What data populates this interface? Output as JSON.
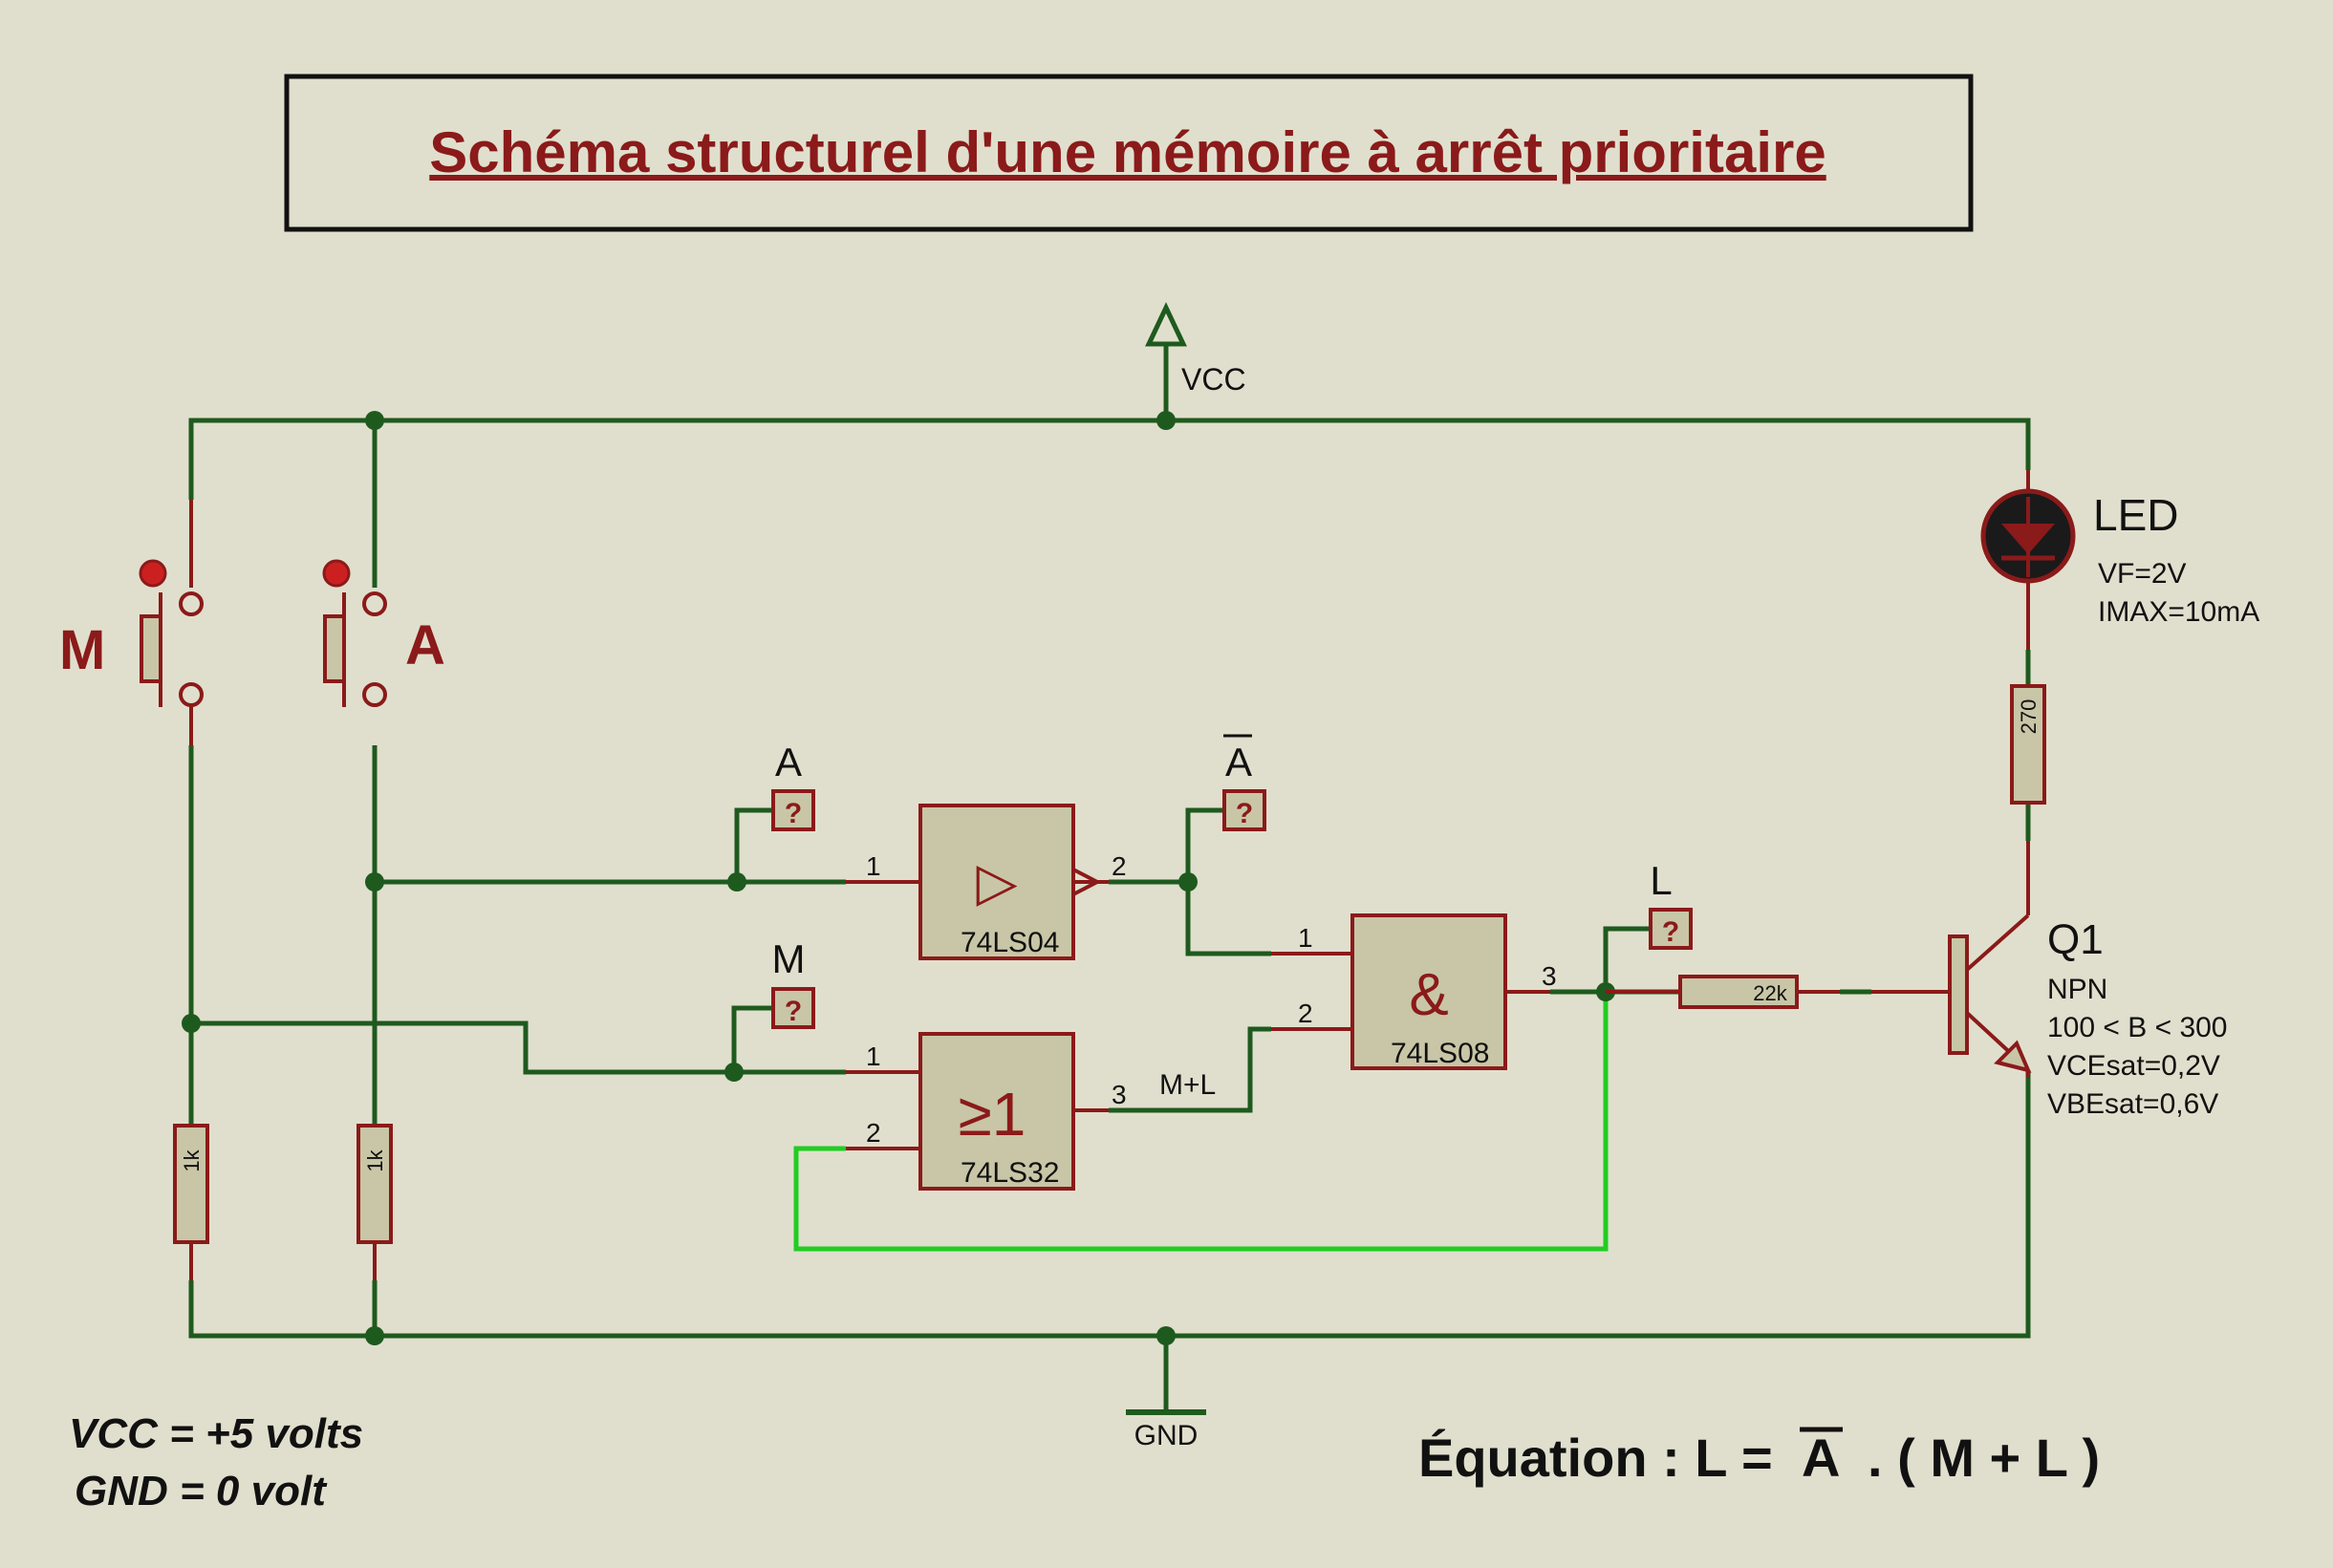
{
  "title": "Schéma structurel d'une mémoire à arrêt prioritaire",
  "rails": {
    "vcc": "VCC",
    "gnd": "GND"
  },
  "buttons": [
    {
      "label": "M"
    },
    {
      "label": "A"
    }
  ],
  "resistors": {
    "r_m": "1k",
    "r_a": "1k",
    "r_base": "22k",
    "r_led": "270"
  },
  "gates": {
    "not": {
      "part": "74LS04",
      "symbol": "▷",
      "pin_in": "1",
      "pin_out": "2"
    },
    "and": {
      "part": "74LS08",
      "symbol": "&",
      "pin_in1": "1",
      "pin_in2": "2",
      "pin_out": "3"
    },
    "or": {
      "part": "74LS32",
      "symbol": "≥1",
      "pin_in1": "1",
      "pin_in2": "2",
      "pin_out": "3"
    }
  },
  "probes": {
    "a": {
      "label": "A",
      "mark": "?"
    },
    "a_bar": {
      "label": "A",
      "mark": "?"
    },
    "m": {
      "label": "M",
      "mark": "?"
    },
    "l": {
      "label": "L",
      "mark": "?"
    }
  },
  "net_labels": {
    "m_plus_l": "M+L"
  },
  "led": {
    "name": "LED",
    "vf": "VF=2V",
    "imax": "IMAX=10mA"
  },
  "transistor": {
    "name": "Q1",
    "type": "NPN",
    "beta": "100 < B < 300",
    "vcesat": "VCEsat=0,2V",
    "vbesat": "VBEsat=0,6V"
  },
  "notes": {
    "vcc": "VCC = +5 volts",
    "gnd": "GND = 0 volt"
  },
  "equation": {
    "prefix": "Équation : L = ",
    "abar": "A",
    "suffix": ". ( M + L )"
  },
  "colors": {
    "background": "#e0dfcd",
    "wire": "#1e5a1e",
    "wire_feedback": "#22cc22",
    "component": "#8b1a1a",
    "component_fill": "#c8c6a6",
    "title_text": "#8b1a1a"
  }
}
